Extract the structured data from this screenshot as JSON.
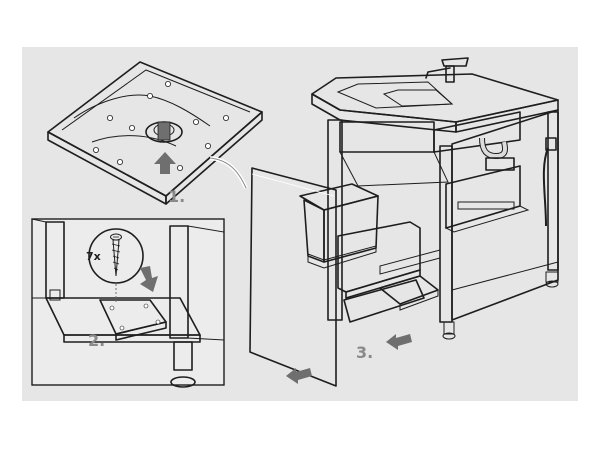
{
  "steps": {
    "step1": "1.",
    "step2": "2.",
    "step3": "3."
  },
  "screw_count": "7x",
  "colors": {
    "background": "#ffffff",
    "panel": "#e6e6e6",
    "line": "#1e1e1e",
    "label": "#8a8a8a",
    "part_light": "#d0d0d0",
    "part_mid": "#b5b5b5",
    "part_dark": "#8d8d8d",
    "arrow": "#6f6f6f"
  }
}
